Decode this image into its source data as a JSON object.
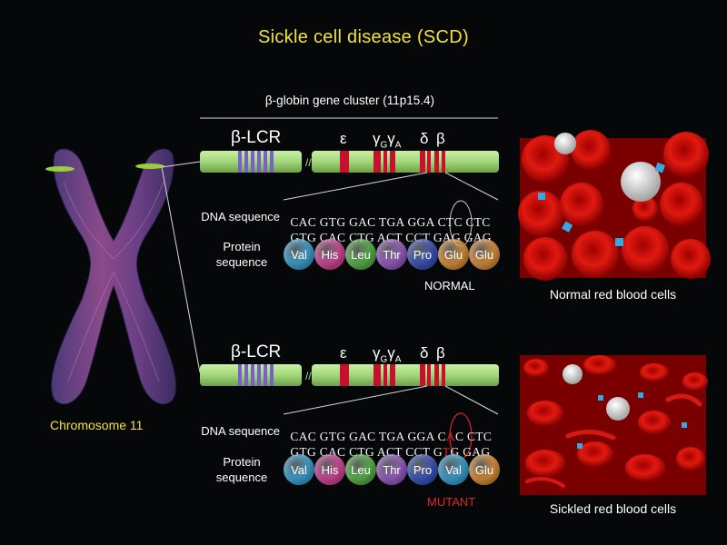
{
  "title": "Sickle cell disease (SCD)",
  "cluster_title": "β-globin gene cluster (11p15.4)",
  "chromosome_label": "Chromosome 11",
  "gene_labels": {
    "lcr": "β-LCR",
    "epsilon": "ε",
    "gamma_g": "γ",
    "gamma_g_sub": "G",
    "gamma_a": "γ",
    "gamma_a_sub": "A",
    "delta": "δ",
    "beta": "β"
  },
  "row_labels": {
    "dna": "DNA sequence",
    "protein": "Protein sequence"
  },
  "normal": {
    "dna_top": [
      "CAC",
      "GTG",
      "GAC",
      "TGA",
      "GGA",
      "CTC",
      "CTC"
    ],
    "dna_bottom": [
      "GTG",
      "CAC",
      "CTG",
      "ACT",
      "CCT",
      "GAG",
      "GAG"
    ],
    "status": "NORMAL",
    "caption": "Normal red blood cells"
  },
  "mutant": {
    "dna_top": [
      "CAC",
      "GTG",
      "GAC",
      "TGA",
      "GGA",
      "CAC",
      "CTC"
    ],
    "dna_bottom": [
      "GTG",
      "CAC",
      "CTG",
      "ACT",
      "CCT",
      "GTG",
      "GAG"
    ],
    "status": "MUTANT",
    "caption": "Sickled red blood cells"
  },
  "amino_acids": {
    "normal": [
      {
        "name": "Val",
        "color": "#3aa6d8"
      },
      {
        "name": "His",
        "color": "#d8479e"
      },
      {
        "name": "Leu",
        "color": "#5bb84a"
      },
      {
        "name": "Thr",
        "color": "#9b5fc8"
      },
      {
        "name": "Pro",
        "color": "#3a55c0"
      },
      {
        "name": "Glu",
        "color": "#e0913a"
      },
      {
        "name": "Glu",
        "color": "#e0913a"
      }
    ],
    "mutant": [
      {
        "name": "Val",
        "color": "#3aa6d8"
      },
      {
        "name": "His",
        "color": "#d8479e"
      },
      {
        "name": "Leu",
        "color": "#5bb84a"
      },
      {
        "name": "Thr",
        "color": "#9b5fc8"
      },
      {
        "name": "Pro",
        "color": "#3a55c0"
      },
      {
        "name": "Val",
        "color": "#3aa6d8"
      },
      {
        "name": "Glu",
        "color": "#e0913a"
      }
    ]
  },
  "colors": {
    "title": "#f2e33a",
    "gene_bar": "#a7e07e",
    "exon": "#c8102e",
    "lcr_stripes": "#7b5fc8",
    "mutation": "#e0262a"
  }
}
